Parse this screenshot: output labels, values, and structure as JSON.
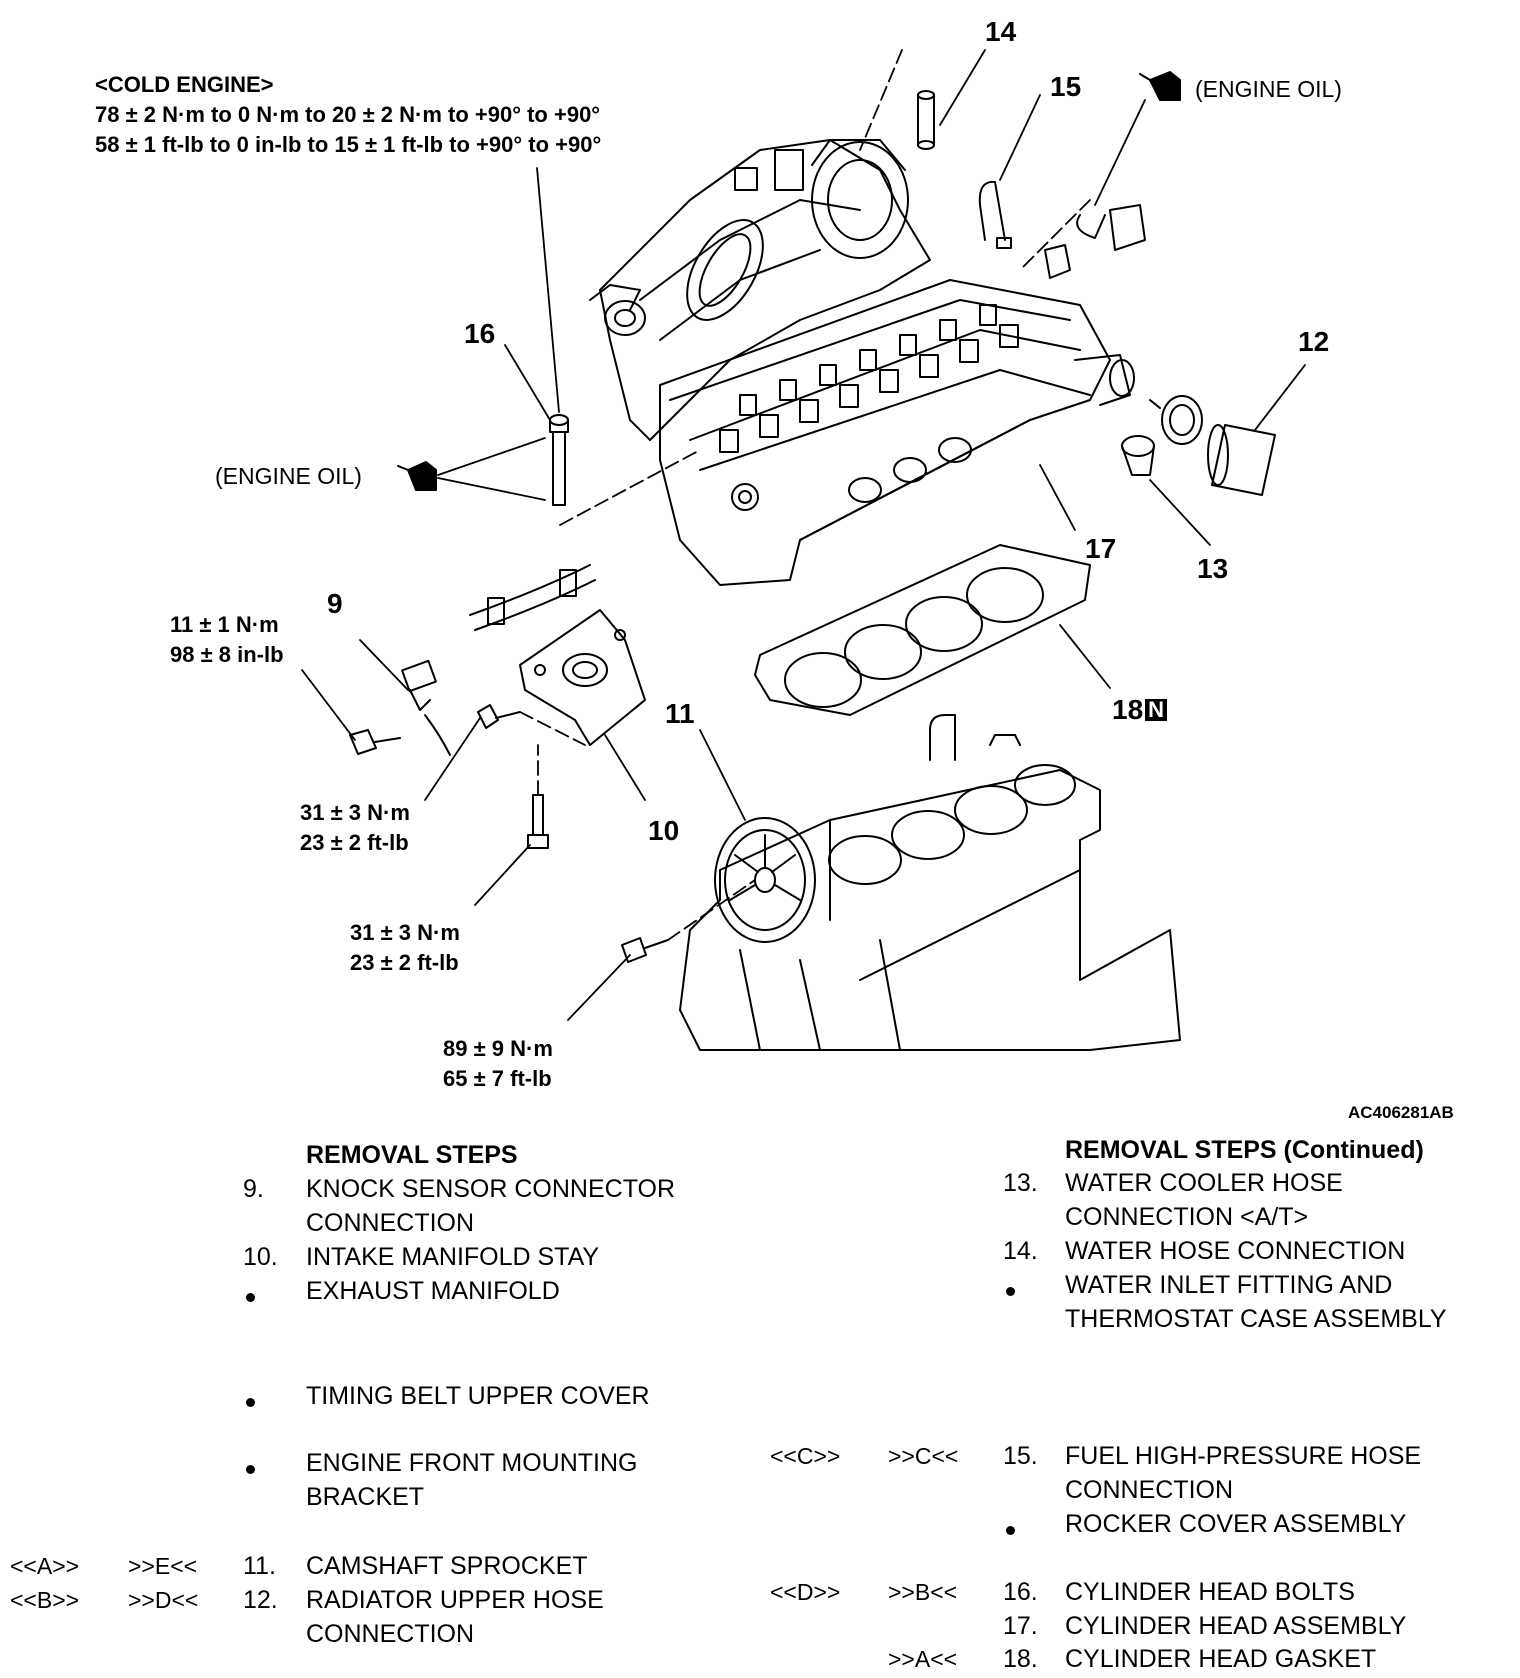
{
  "torque_specs": {
    "cold_engine_title": "<COLD ENGINE>",
    "cold_engine_line1": "78 ± 2 N·m to 0 N·m to 20 ± 2 N·m to +90° to +90°",
    "cold_engine_line2": "58 ± 1 ft-lb to 0 in-lb to 15 ± 1 ft-lb to +90° to +90°",
    "knock_sensor_nm": "11 ± 1 N·m",
    "knock_sensor_inlb": "98 ± 8 in-lb",
    "stay_bolt_a_nm": "31 ± 3 N·m",
    "stay_bolt_a_ftlb": "23 ± 2 ft-lb",
    "stay_bolt_b_nm": "31 ± 3 N·m",
    "stay_bolt_b_ftlb": "23 ± 2 ft-lb",
    "sprocket_bolt_nm": "89 ± 9 N·m",
    "sprocket_bolt_ftlb": "65 ± 7 ft-lb"
  },
  "callouts": {
    "c9": "9",
    "c10": "10",
    "c11": "11",
    "c12": "12",
    "c13": "13",
    "c14": "14",
    "c15": "15",
    "c16": "16",
    "c17": "17",
    "c18": "18",
    "new_part_mark": "N"
  },
  "labels": {
    "engine_oil_top": "(ENGINE OIL)",
    "engine_oil_left": "(ENGINE OIL)",
    "figure_id": "AC406281AB"
  },
  "removal_steps_left": {
    "heading": "REMOVAL STEPS",
    "items": [
      {
        "num": "9.",
        "lines": [
          "KNOCK SENSOR CONNECTOR",
          "CONNECTION"
        ],
        "removal": "",
        "install": ""
      },
      {
        "num": "10.",
        "lines": [
          "INTAKE MANIFOLD STAY"
        ],
        "removal": "",
        "install": ""
      },
      {
        "num": "•",
        "lines": [
          "EXHAUST MANIFOLD"
        ],
        "removal": "",
        "install": ""
      },
      {
        "num": "•",
        "lines": [
          "TIMING BELT UPPER COVER"
        ],
        "removal": "",
        "install": ""
      },
      {
        "num": "•",
        "lines": [
          "ENGINE FRONT MOUNTING",
          "BRACKET"
        ],
        "removal": "",
        "install": ""
      },
      {
        "num": "11.",
        "lines": [
          "CAMSHAFT SPROCKET"
        ],
        "removal": "<<A>>",
        "install": ">>E<<"
      },
      {
        "num": "12.",
        "lines": [
          "RADIATOR UPPER HOSE",
          "CONNECTION"
        ],
        "removal": "<<B>>",
        "install": ">>D<<"
      }
    ]
  },
  "removal_steps_right": {
    "heading": "REMOVAL STEPS (Continued)",
    "items": [
      {
        "num": "13.",
        "lines": [
          "WATER COOLER HOSE",
          "CONNECTION <A/T>"
        ],
        "removal": "",
        "install": ""
      },
      {
        "num": "14.",
        "lines": [
          "WATER HOSE CONNECTION"
        ],
        "removal": "",
        "install": ""
      },
      {
        "num": "•",
        "lines": [
          "WATER INLET FITTING AND",
          "THERMOSTAT CASE ASSEMBLY"
        ],
        "removal": "",
        "install": ""
      },
      {
        "num": "15.",
        "lines": [
          "FUEL HIGH-PRESSURE HOSE",
          "CONNECTION"
        ],
        "removal": "<<C>>",
        "install": ">>C<<"
      },
      {
        "num": "•",
        "lines": [
          "ROCKER COVER ASSEMBLY"
        ],
        "removal": "",
        "install": ""
      },
      {
        "num": "16.",
        "lines": [
          "CYLINDER HEAD BOLTS"
        ],
        "removal": "<<D>>",
        "install": ">>B<<"
      },
      {
        "num": "17.",
        "lines": [
          "CYLINDER HEAD ASSEMBLY"
        ],
        "removal": "",
        "install": ""
      },
      {
        "num": "18.",
        "lines": [
          "CYLINDER HEAD GASKET"
        ],
        "removal": "",
        "install": ">>A<<"
      }
    ]
  }
}
